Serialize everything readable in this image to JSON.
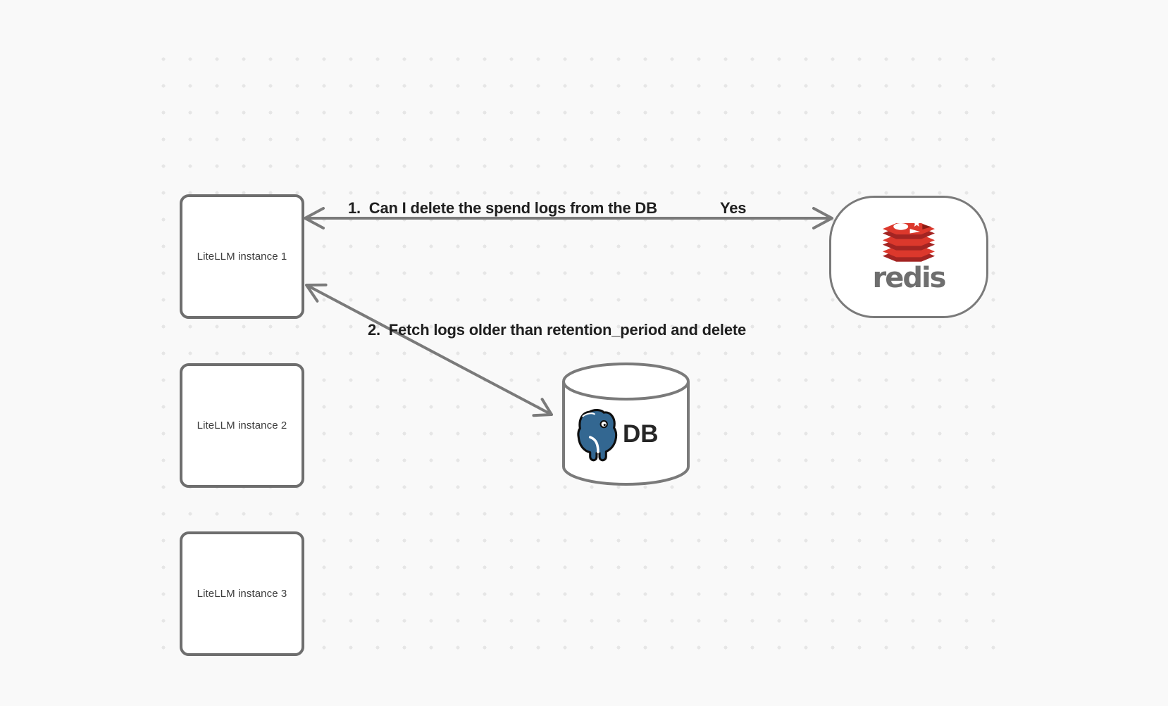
{
  "diagram": {
    "litellm_instances": [
      {
        "label": "LiteLLM instance 1"
      },
      {
        "label": "LiteLLM instance 2"
      },
      {
        "label": "LiteLLM instance 3"
      }
    ],
    "redis_node": {
      "wordmark": "redis"
    },
    "db_node": {
      "label": "DB"
    },
    "edge1": {
      "label": "1.  Can I delete the spend logs from the DB",
      "response": "Yes"
    },
    "edge2": {
      "label": "2.  Fetch logs older than retention_period and delete"
    }
  },
  "colors": {
    "background": "#f9f9f9",
    "dot": "#e6e6e6",
    "stroke_gray": "#7a7a7a",
    "node_border": "#6e6e6e",
    "node_fill": "#ffffff",
    "text_dark": "#1f1f1f",
    "box_text": "#3d3d3d",
    "redis_red": "#DC382C",
    "redis_red_dark": "#A32422",
    "redis_notch": "#8C1C13",
    "redis_gray": "#6e6e6e",
    "postgres_blue": "#336791",
    "db_text": "#262626"
  }
}
